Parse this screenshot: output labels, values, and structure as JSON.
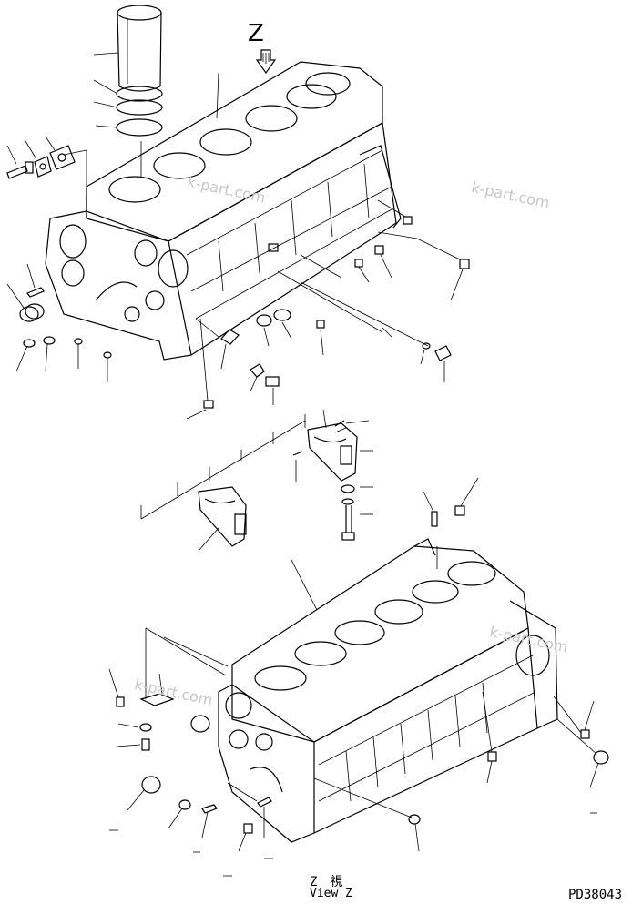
{
  "view_marker": "Z",
  "view_caption_jp": "Z　視",
  "view_caption_en": "View Z",
  "figure_code": "PD38043",
  "watermark": "k-part.com",
  "icons": {
    "arrow": "view-direction-arrow-icon",
    "cylinder_liner": "cylinder-liner-icon",
    "cylinder_block_top": "cylinder-block-icon",
    "cylinder_block_bottom": "cylinder-block-icon",
    "bearing_cap": "main-bearing-cap-icon"
  }
}
